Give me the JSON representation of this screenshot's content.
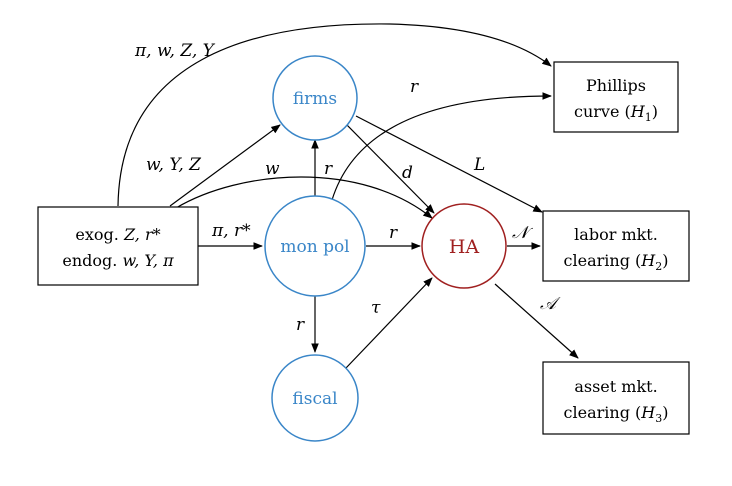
{
  "nodes": {
    "firms": "firms",
    "monpol": "mon pol",
    "fiscal": "fiscal",
    "ha": "HA"
  },
  "boxes": {
    "exog_line1_prefix": "exog. ",
    "exog_line1_vars": "Z, r*",
    "exog_line2_prefix": "endog. ",
    "exog_line2_vars": "w, Y, π",
    "phillips_line1": "Phillips",
    "phillips_line2_prefix": "curve (",
    "phillips_line2_var": "H",
    "phillips_line2_sub": "1",
    "phillips_line2_suffix": ")",
    "labor_line1": "labor mkt.",
    "labor_line2_prefix": "clearing (",
    "labor_line2_var": "H",
    "labor_line2_sub": "2",
    "labor_line2_suffix": ")",
    "asset_line1": "asset mkt.",
    "asset_line2_prefix": "clearing (",
    "asset_line2_var": "H",
    "asset_line2_sub": "3",
    "asset_line2_suffix": ")"
  },
  "edge_labels": {
    "top_arc": "π, w, Z, Y",
    "to_firms": "w, Y, Z",
    "w_arc": "w",
    "monpol_to_firms": "r",
    "to_monpol": "π, r*",
    "monpol_to_phillips": "r",
    "firms_to_ha": "d",
    "firms_to_labor": "L",
    "monpol_to_ha": "r",
    "ha_to_labor": "𝒩",
    "monpol_to_fiscal": "r",
    "fiscal_to_ha": "τ",
    "ha_to_asset": "𝒜"
  },
  "colors": {
    "block_blue": "#3a86c8",
    "ha_red": "#a02020"
  }
}
